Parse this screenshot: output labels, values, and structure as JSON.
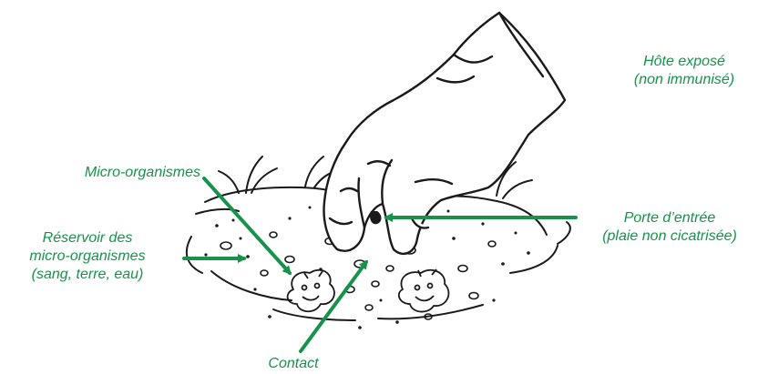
{
  "colors": {
    "label": "#16924a",
    "arrow": "#16924a",
    "ink": "#1a1a1a"
  },
  "labels": {
    "host": {
      "line1": "Hôte exposé",
      "line2": "(non immunisé)"
    },
    "micro": {
      "line1": "Micro-organismes"
    },
    "reservoir": {
      "line1": "Réservoir des",
      "line2": "micro-organismes",
      "line3": "(sang, terre, eau)"
    },
    "portal": {
      "line1": "Porte d’entrée",
      "line2": "(plaie non cicatrisée)"
    },
    "contact": {
      "line1": "Contact"
    }
  }
}
